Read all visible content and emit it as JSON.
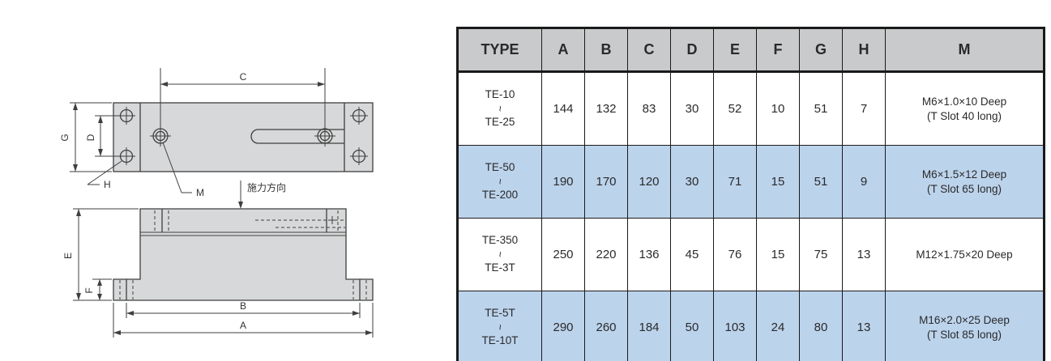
{
  "drawing": {
    "force_direction_label": "施力方向",
    "dim_labels": {
      "A": "A",
      "B": "B",
      "C": "C",
      "D": "D",
      "E": "E",
      "F": "F",
      "G": "G",
      "H": "H",
      "M": "M"
    }
  },
  "table": {
    "headers": [
      "TYPE",
      "A",
      "B",
      "C",
      "D",
      "E",
      "F",
      "G",
      "H",
      "M"
    ],
    "range_tilde": "~",
    "rows": [
      {
        "type_from": "TE-10",
        "type_to": "TE-25",
        "A": "144",
        "B": "132",
        "C": "83",
        "D": "30",
        "E": "52",
        "F": "10",
        "G": "51",
        "H": "7",
        "M1": "M6×1.0×10 Deep",
        "M2": "(T Slot 40 long)"
      },
      {
        "type_from": "TE-50",
        "type_to": "TE-200",
        "A": "190",
        "B": "170",
        "C": "120",
        "D": "30",
        "E": "71",
        "F": "15",
        "G": "51",
        "H": "9",
        "M1": "M6×1.5×12 Deep",
        "M2": "(T Slot 65 long)"
      },
      {
        "type_from": "TE-350",
        "type_to": "TE-3T",
        "A": "250",
        "B": "220",
        "C": "136",
        "D": "45",
        "E": "76",
        "F": "15",
        "G": "75",
        "H": "13",
        "M1": "M12×1.75×20 Deep",
        "M2": ""
      },
      {
        "type_from": "TE-5T",
        "type_to": "TE-10T",
        "A": "290",
        "B": "260",
        "C": "184",
        "D": "50",
        "E": "103",
        "F": "24",
        "G": "80",
        "H": "13",
        "M1": "M16×2.0×25 Deep",
        "M2": "(T Slot 85 long)"
      }
    ]
  },
  "colors": {
    "header_bg": "#c9cacb",
    "row_highlight_bg": "#bcd3ec",
    "drawing_fill": "#d7d8d9",
    "line_color": "#3f3f3f",
    "border_color": "#1a1a1a"
  }
}
